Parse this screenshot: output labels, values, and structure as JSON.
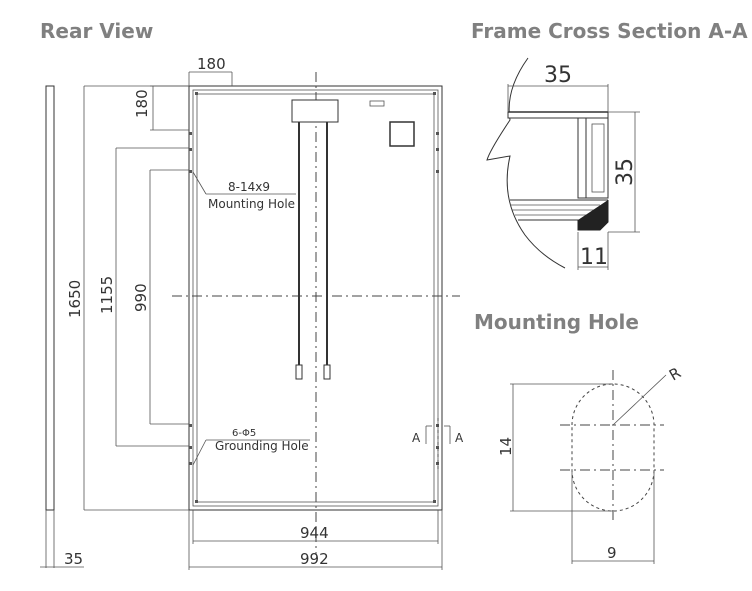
{
  "headings": {
    "rear_view": "Rear View",
    "frame_cross_section": "Frame Cross Section A-A",
    "mounting_hole": "Mounting Hole"
  },
  "rear_view": {
    "dim_top_offset_h": "180",
    "dim_top_offset_v": "180",
    "dim_height": "1650",
    "dim_mounting_outer": "1155",
    "dim_mounting_inner": "990",
    "dim_inner_width": "944",
    "dim_outer_width": "992",
    "dim_thickness": "35",
    "mounting_hole_spec": "8-14x9",
    "mounting_hole_label": "Mounting Hole",
    "grounding_hole_spec": "6-Φ5",
    "grounding_hole_label": "Grounding Hole",
    "section_mark_left": "A",
    "section_mark_right": "A"
  },
  "frame_section": {
    "dim_width": "35",
    "dim_height": "35",
    "dim_lip": "11"
  },
  "mounting_hole_detail": {
    "dim_height": "14",
    "dim_width": "9",
    "radius_label": "R"
  }
}
